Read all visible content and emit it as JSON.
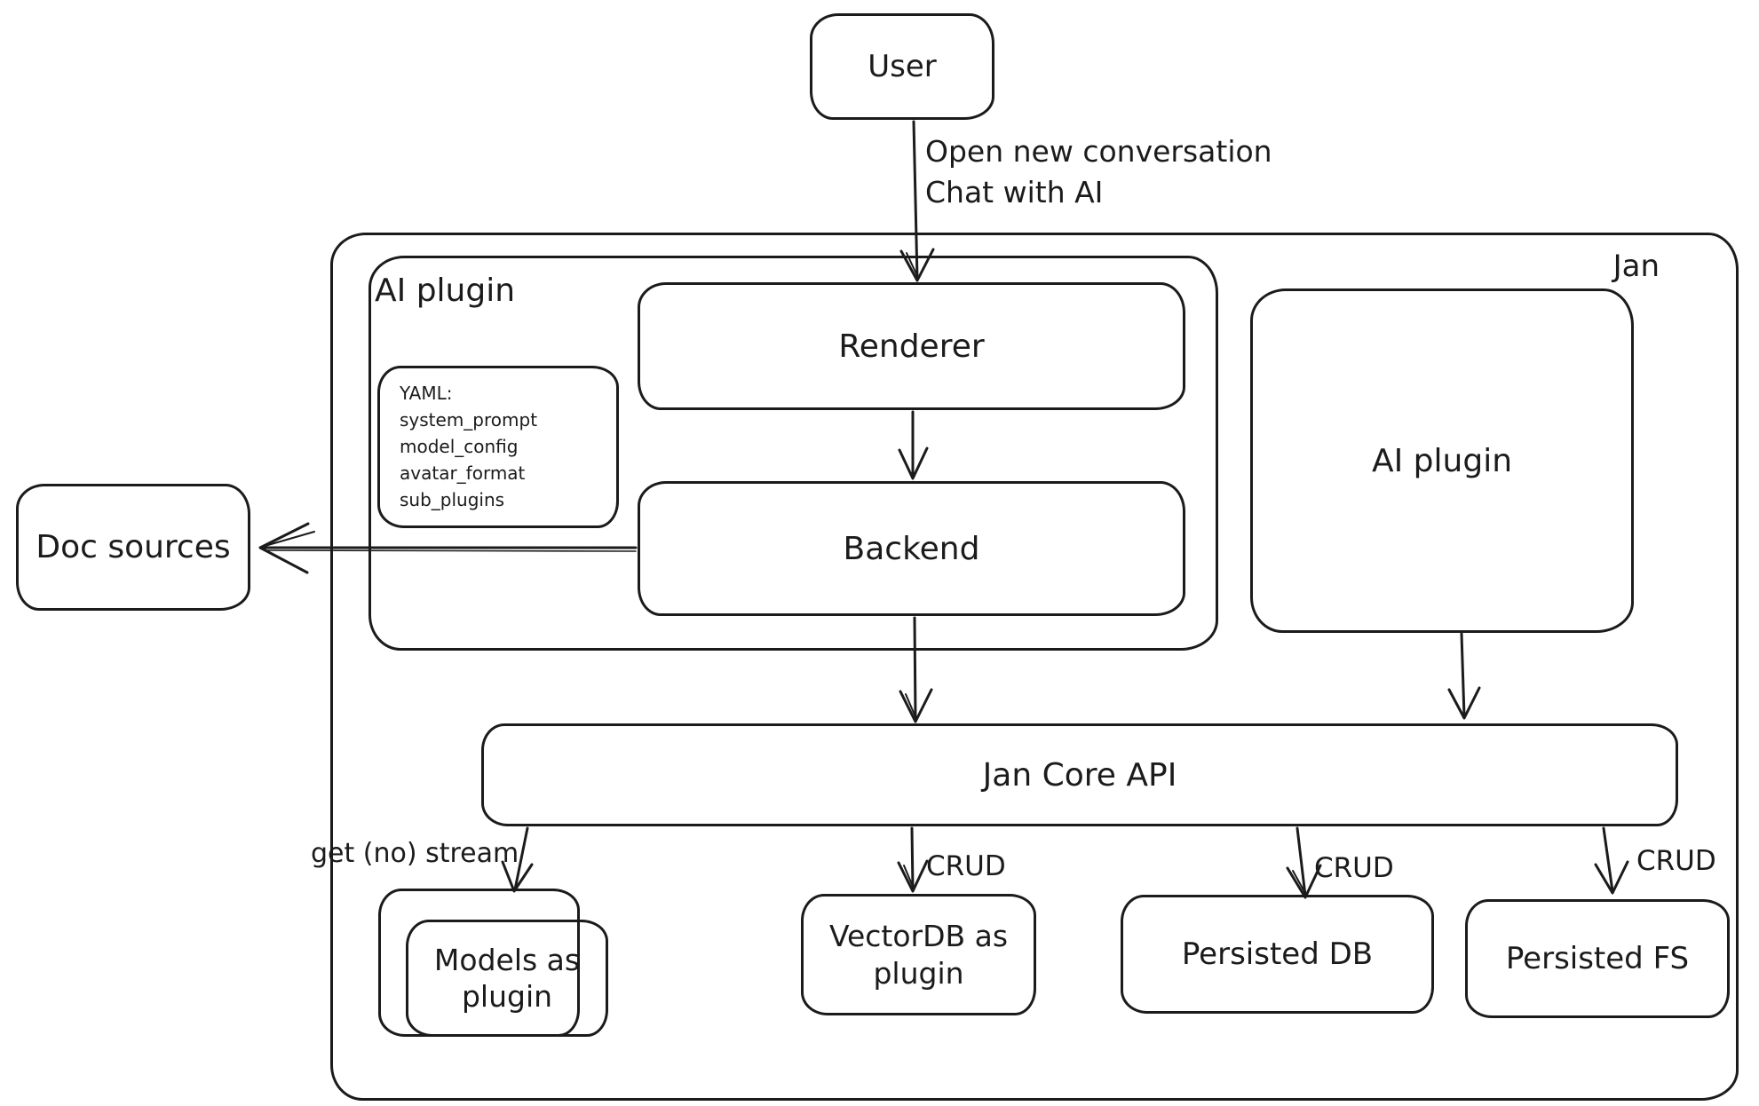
{
  "diagram": {
    "title_context": "Jan architecture sketch",
    "colors": {
      "stroke": "#1b1b1b",
      "background": "#ffffff"
    },
    "nodes": {
      "user": "User",
      "jan_container": "Jan",
      "ai_plugin_left": "AI plugin",
      "renderer": "Renderer",
      "backend": "Backend",
      "ai_plugin_right": "AI plugin",
      "doc_sources": "Doc sources",
      "jan_core_api": "Jan Core API",
      "models_as_plugin": "Models as plugin",
      "vectordb_as_plugin": "VectorDB as plugin",
      "persisted_db": "Persisted DB",
      "persisted_fs": "Persisted FS"
    },
    "yaml_note": {
      "lines": [
        "YAML:",
        "system_prompt",
        "model_config",
        "avatar_format",
        "sub_plugins"
      ]
    },
    "edge_labels": {
      "user_to_renderer_line1": "Open new conversation",
      "user_to_renderer_line2": "Chat with AI",
      "get_no_stream": "get (no) stream",
      "crud_vectordb": "CRUD",
      "crud_persisted_db": "CRUD",
      "crud_persisted_fs": "CRUD"
    }
  }
}
